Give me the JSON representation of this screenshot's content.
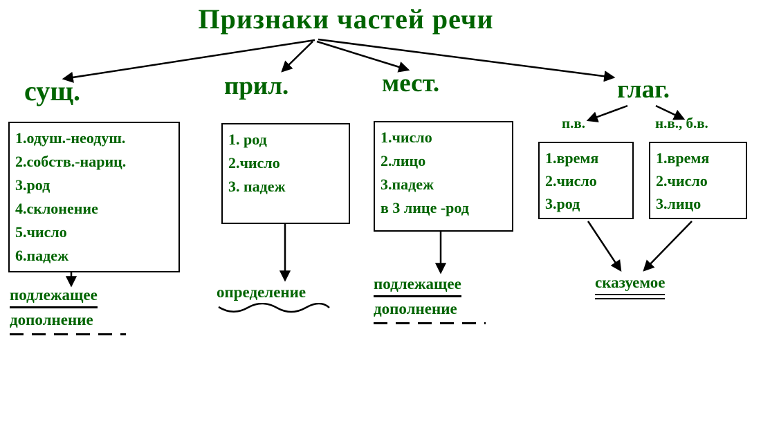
{
  "title": "Признаки частей речи",
  "colors": {
    "text": "#006400",
    "line": "#000000",
    "background": "#ffffff"
  },
  "branches": {
    "noun": {
      "label": "сущ.",
      "features": [
        "1.одуш.-неодуш.",
        "2.собств.-нариц.",
        "3.род",
        "4.склонение",
        "5.число",
        "6.падеж"
      ],
      "role_subject": "подлежащее",
      "role_object": "дополнение"
    },
    "adjective": {
      "label": "прил.",
      "features": [
        "1. род",
        "2.число",
        "3. падеж"
      ],
      "role_attribute": "определение"
    },
    "pronoun": {
      "label": "мест.",
      "features": [
        "1.число",
        "2.лицо",
        "3.падеж",
        "в 3 лице -род"
      ],
      "role_subject": "подлежащее",
      "role_object": "дополнение"
    },
    "verb": {
      "label": "глаг.",
      "past": {
        "label": "п.в.",
        "features": [
          "1.время",
          "2.число",
          "3.род"
        ]
      },
      "present_future": {
        "label": "н.в., б.в.",
        "features": [
          "1.время",
          "2.число",
          "3.лицо"
        ]
      },
      "role_predicate": "сказуемое"
    }
  }
}
